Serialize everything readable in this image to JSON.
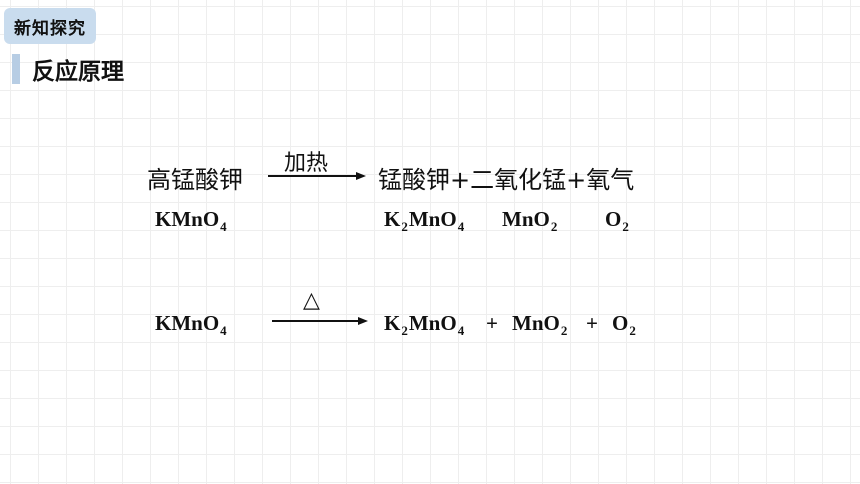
{
  "tag": {
    "label": "新知探究"
  },
  "heading": {
    "text": "反应原理"
  },
  "word_equation": {
    "reactant": "高锰酸钾",
    "condition": "加热",
    "products": "锰酸钾+二氧化锰+氧气"
  },
  "formula_row": {
    "reactant": {
      "pre": "KMnO",
      "sub": "4"
    },
    "p1": {
      "a": "K",
      "a_sub": "2",
      "b": "MnO",
      "b_sub": "4"
    },
    "p2": {
      "a": "MnO",
      "a_sub": "2"
    },
    "p3": {
      "a": "O",
      "a_sub": "2"
    }
  },
  "chemical_equation": {
    "reactant": {
      "pre": "KMnO",
      "sub": "4"
    },
    "condition": "△",
    "p1": {
      "a": "K",
      "a_sub": "2",
      "b": "MnO",
      "b_sub": "4"
    },
    "plus": "+",
    "p2": {
      "a": "MnO",
      "a_sub": "2"
    },
    "p3": {
      "a": "O",
      "a_sub": "2"
    }
  }
}
